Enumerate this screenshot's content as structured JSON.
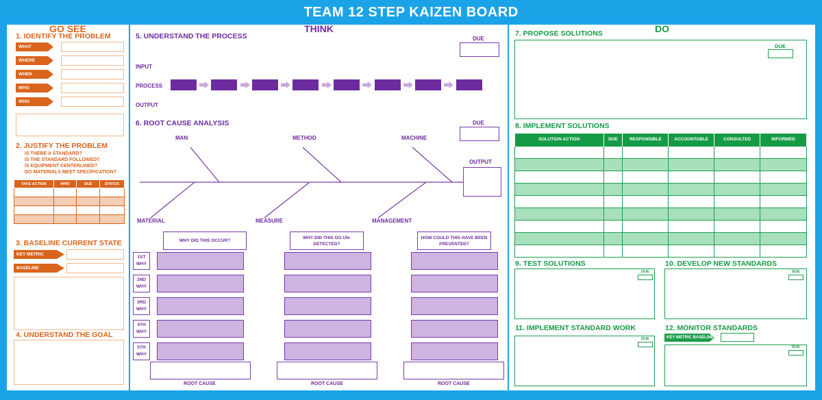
{
  "title": "TEAM 12 STEP KAIZEN BOARD",
  "go_see": {
    "header": "GO SEE",
    "s1": {
      "title": "1. IDENTIFY THE PROBLEM",
      "rows": [
        "WHAT",
        "WHERE",
        "WHEN",
        "WHO",
        "WHO"
      ]
    },
    "s2": {
      "title": "2. JUSTIFY THE PROBLEM",
      "questions": [
        "IS THERE A STANDARD?",
        "IS THE STANDARD FOLLOWED?",
        "IS EQUIPMENT CENTERLINED?",
        "DO MATERIALS MEET SPECIFICATION?"
      ],
      "columns": [
        "TAKE ACTION",
        "WHO",
        "DUE",
        "STATUS"
      ]
    },
    "s3": {
      "title": "3. BASELINE CURRENT STATE",
      "key_metric": "KEY METRIC",
      "baseline": "BASELINE"
    },
    "s4": {
      "title": "4. UNDERSTAND THE GOAL"
    }
  },
  "think": {
    "header": "THINK",
    "s5": {
      "title": "5. UNDERSTAND THE PROCESS",
      "due": "DUE",
      "input": "INPUT",
      "process": "PROCESS",
      "output": "OUTPUT"
    },
    "s6": {
      "title": "6. ROOT CAUSE ANALYSIS",
      "due": "DUE",
      "man": "MAN",
      "method": "METHOD",
      "machine": "MACHINE",
      "output": "OUTPUT",
      "material": "MATERIAL",
      "measure": "MEASURE",
      "management": "MANAGEMENT"
    },
    "why": {
      "questions": [
        "WHY DID THIS OCCUR?",
        "WHY DID THIS GO UN-DETECTED?",
        "HOW COULD THIS HAVE BEEN PREVENTED?"
      ],
      "tags": [
        "1ST WHY",
        "2ND WHY",
        "3RD WHY",
        "4TH WHY",
        "5TH WHY"
      ],
      "root_cause": "ROOT CAUSE"
    }
  },
  "do": {
    "header": "DO",
    "s7": {
      "title": "7. PROPOSE SOLUTIONS",
      "due": "DUE"
    },
    "s8": {
      "title": "8. IMPLEMENT SOLUTIONS",
      "columns": [
        "SOLUTION ACTION",
        "DUE",
        "RESPONSIBLE",
        "ACCOUNTABLE",
        "CONSULTED",
        "INFORMED"
      ]
    },
    "s9": {
      "title": "9. TEST SOLUTIONS",
      "due": "DUE"
    },
    "s10": {
      "title": "10. DEVELOP NEW STANDARDS",
      "due": "DUE"
    },
    "s11": {
      "title": "11. IMPLEMENT STANDARD WORK",
      "due": "DUE"
    },
    "s12": {
      "title": "12. MONITOR STANDARDS",
      "key_metric_baseline": "KEY METRIC BASELINE",
      "due": "DUE"
    }
  },
  "colors": {
    "board_blue": "#1ba3e8",
    "go_see_orange": "#d9641c",
    "think_purple": "#6d2ba0",
    "do_green": "#159b45"
  }
}
